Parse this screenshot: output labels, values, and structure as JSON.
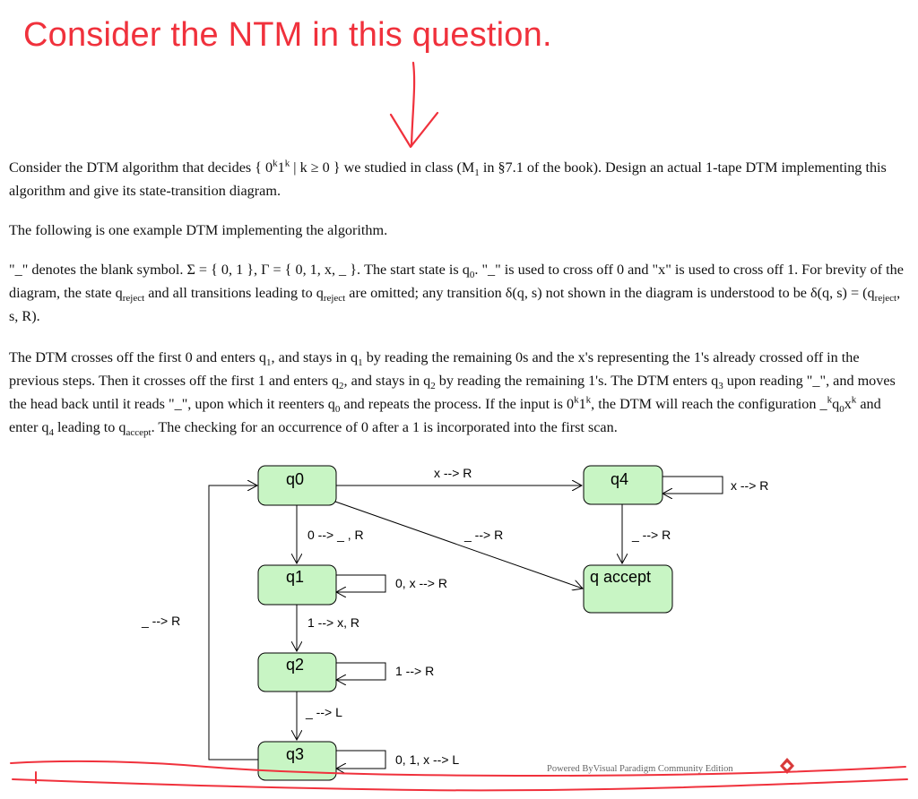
{
  "annotation": {
    "heading": "Consider the NTM in this question.",
    "color": "#f0313c"
  },
  "text": {
    "p1": {
      "a": "Consider the DTM algorithm that decides { 0",
      "s1": "k",
      "b": "1",
      "s2": "k",
      "c": " | k ≥ 0 } we studied in class (M",
      "s3": "1",
      "d": " in §7.1 of the book). Design an actual 1-tape DTM implementing this algorithm and give its state-transition diagram."
    },
    "p2": "The following is one example DTM implementing the algorithm.",
    "p3": {
      "a": "\"_\" denotes the blank symbol. Σ = { 0, 1 }, Γ = { 0, 1, x, _ }. The start state is q",
      "s1": "0",
      "b": ". \"_\" is used to cross off 0 and \"x\" is used to cross off 1. For brevity of the diagram, the state q",
      "s2": "reject",
      "c": " and all transitions leading to q",
      "s3": "reject",
      "d": " are omitted; any transition δ(q, s) not shown in the diagram is understood to be δ(q, s) = (q",
      "s4": "reject",
      "e": ", s, R)."
    },
    "p4": {
      "a": "The DTM crosses off the first 0 and enters q",
      "s1": "1",
      "b": ", and stays in q",
      "s2": "1",
      "c": " by reading the remaining 0s and the x's representing the 1's already crossed off in the previous steps. Then it crosses off the first 1 and enters q",
      "s3": "2",
      "d": ", and stays in q",
      "s4": "2",
      "e": " by reading the remaining 1's. The DTM enters q",
      "s5": "3",
      "f": " upon reading \"_\", and moves the head back until it reads \"_\", upon which it reenters q",
      "s6": "0",
      "g": " and repeats the process. If the input is 0",
      "s7": "k",
      "h": "1",
      "s8": "k",
      "i": ", the DTM will reach the configuration _",
      "s9": "k",
      "j": "q",
      "s10": "0",
      "k": "x",
      "s11": "k",
      "l": " and enter q",
      "s12": "4",
      "m": " leading to q",
      "s13": "accept",
      "n": ". The checking for an occurrence of 0 after a 1 is incorporated into the first scan."
    }
  },
  "diagram": {
    "state_fill": "#c8f5c4",
    "states": {
      "q0": "q0",
      "q1": "q1",
      "q2": "q2",
      "q3": "q3",
      "q4": "q4",
      "qaccept": "q accept"
    },
    "transitions": {
      "q0_q4": "x --> R",
      "q4_loop": "x --> R",
      "q0_q1": "0 --> _ , R",
      "q0_accept": "_ --> R",
      "q4_accept": "_ --> R",
      "q1_loop": "0, x --> R",
      "q1_q2": "1 --> x, R",
      "q2_loop": "1 --> R",
      "q2_q3": "_ --> L",
      "q3_loop": "0, 1, x --> L",
      "q3_q0": "_ --> R"
    },
    "footer": "Powered ByVisual Paradigm Community Edition"
  }
}
